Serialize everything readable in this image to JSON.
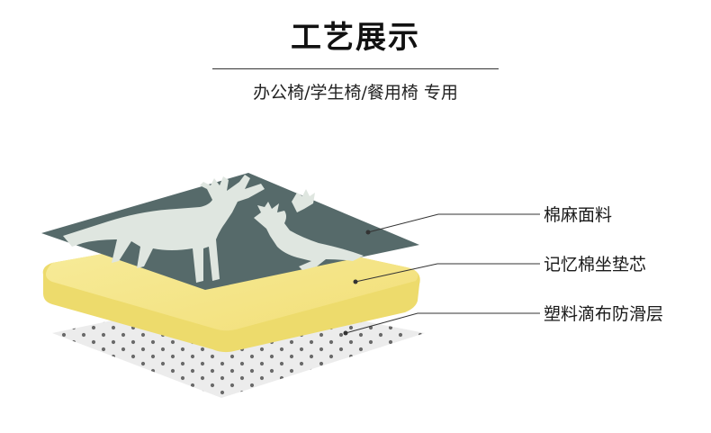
{
  "header": {
    "title": "工艺展示",
    "subtitle": "办公椅/学生椅/餐用椅 专用"
  },
  "layers": {
    "fabric": {
      "label": "棉麻面料"
    },
    "foam": {
      "label": "记忆棉坐垫芯"
    },
    "base": {
      "label": "塑料滴布防滑层"
    }
  },
  "colors": {
    "fabric": "#566a6a",
    "deer": "#dfe6e0",
    "foam": "#f5e589",
    "foam_side": "#eedc6f",
    "base": "#ebebeb",
    "dots": "#6a6a6a",
    "leader": "#333333"
  }
}
